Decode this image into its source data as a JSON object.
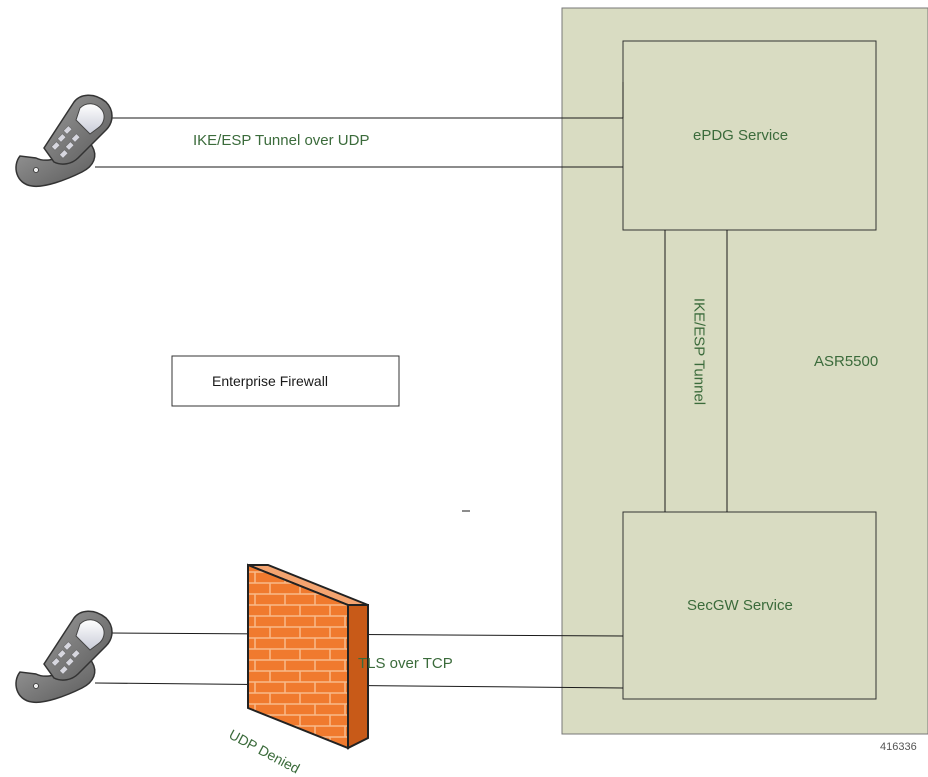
{
  "diagram": {
    "labels": {
      "tunnel_udp": "IKE/ESP Tunnel over UDP",
      "epdg": "ePDG Service",
      "ike_tunnel": "IKE/ESP Tunnel",
      "asr": "ASR5500",
      "enterprise_firewall": "Enterprise Firewall",
      "secgw": "SecGW Service",
      "tls_tcp": "TLS over TCP",
      "udp_denied": "UDP Denied",
      "figure_id": "416336"
    },
    "colors": {
      "platform_fill": "#d9dcc2",
      "line": "#1a1a1a",
      "green_text": "#3b6b3b",
      "firewall_front": "#f07a2e",
      "firewall_side": "#c85a18",
      "firewall_top": "#f4a470",
      "phone_body": "#7c7c7c",
      "phone_screen": "#e8e8ee"
    },
    "icons": [
      "mobile-phone-icon",
      "firewall-brick-icon"
    ]
  }
}
